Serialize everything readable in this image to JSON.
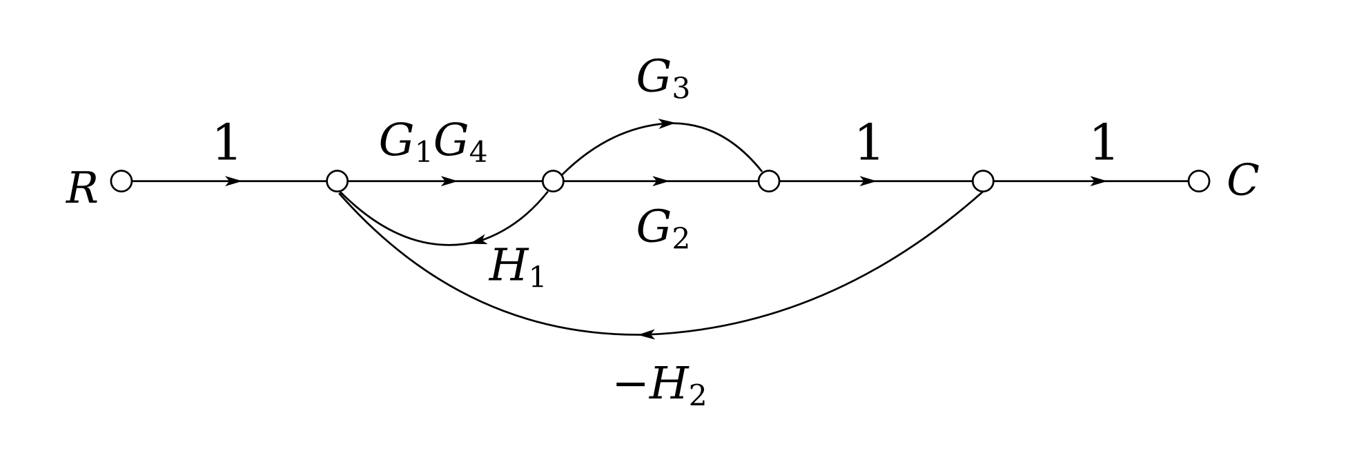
{
  "diagram": {
    "type": "signal-flow-graph",
    "input_label": "R",
    "output_label": "C",
    "nodes": [
      "R",
      "n1",
      "n2",
      "n3",
      "n4",
      "C"
    ],
    "branches": [
      {
        "from": "R",
        "to": "n1",
        "gain": "1"
      },
      {
        "from": "n1",
        "to": "n2",
        "gain_main": "G",
        "gain_sub1": "1",
        "gain_main2": "G",
        "gain_sub2": "4"
      },
      {
        "from": "n2",
        "to": "n3",
        "gain_main": "G",
        "gain_sub": "2"
      },
      {
        "from": "n2",
        "to": "n3",
        "gain_main": "G",
        "gain_sub": "3"
      },
      {
        "from": "n3",
        "to": "n4",
        "gain": "1"
      },
      {
        "from": "n4",
        "to": "C",
        "gain": "1"
      },
      {
        "from": "n2",
        "to": "n1",
        "gain_main": "H",
        "gain_sub": "1"
      },
      {
        "from": "n4",
        "to": "n1",
        "gain_prefix": "−",
        "gain_main": "H",
        "gain_sub": "2"
      }
    ]
  }
}
